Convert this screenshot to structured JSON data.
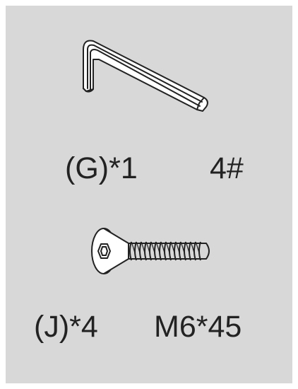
{
  "parts": [
    {
      "id": "G",
      "code_label": "(G)*1",
      "size_label": "4#",
      "icon": "hex-key-icon"
    },
    {
      "id": "J",
      "code_label": "(J)*4",
      "size_label": "M6*45",
      "icon": "countersunk-hex-screw-icon"
    }
  ],
  "colors": {
    "background": "#d8d8d8",
    "outline": "#222222",
    "text": "#222222"
  }
}
